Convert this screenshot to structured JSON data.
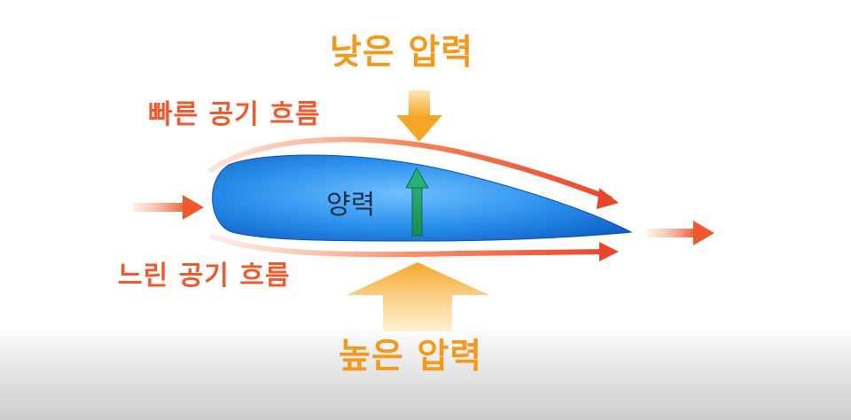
{
  "labels": {
    "low_pressure": "낮은 압력",
    "high_pressure": "높은 압력",
    "fast_flow": "빠른 공기 흐름",
    "slow_flow": "느린 공기 흐름",
    "lift": "양력"
  },
  "colors": {
    "pressure_text": "#f39a1e",
    "flow_text": "#ee5a2e",
    "airfoil": "#1e88e5",
    "lift_arrow": "#1e9a5e"
  }
}
